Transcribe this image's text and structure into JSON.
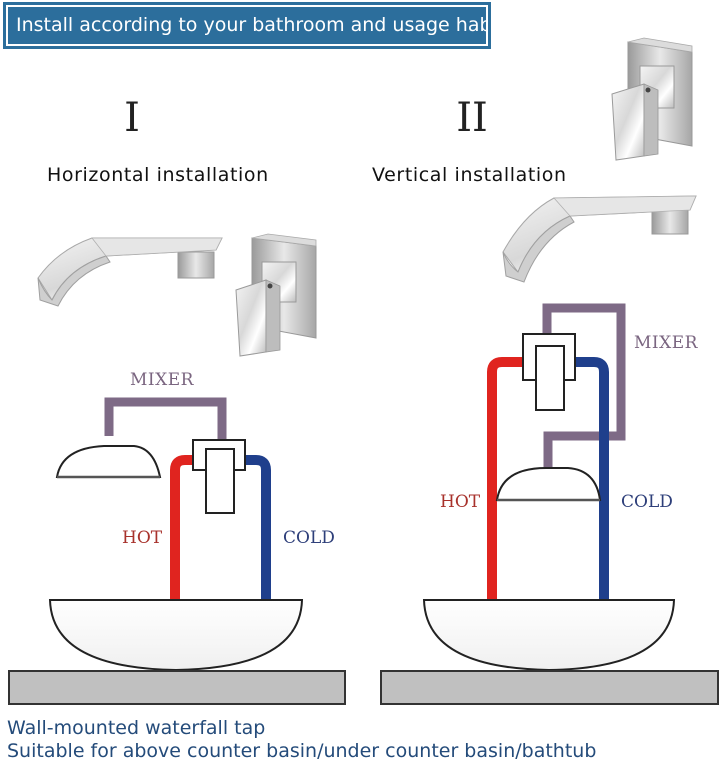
{
  "banner": {
    "text": "Install according to your bathroom and usage habits"
  },
  "panels": [
    {
      "numeral": "I",
      "title": "Horizontal installation",
      "labels": {
        "mixer": "MIXER",
        "hot": "HOT",
        "cold": "COLD"
      }
    },
    {
      "numeral": "II",
      "title": "Vertical installation",
      "labels": {
        "mixer": "MIXER",
        "hot": "HOT",
        "cold": "COLD"
      }
    }
  ],
  "footer": {
    "line1": "Wall-mounted waterfall tap",
    "line2": "Suitable for above counter basin/under counter basin/bathtub"
  },
  "colors": {
    "banner": "#2c6e9c",
    "hot_pipe": "#e0241f",
    "cold_pipe": "#1f3f8c",
    "mixer_pipe": "#7e6a86",
    "hot_label": "#a8322c",
    "cold_label": "#2e3f7a",
    "mixer_label": "#7a6580",
    "counter": "#c0c0c0",
    "footer_text": "#244b7a"
  }
}
